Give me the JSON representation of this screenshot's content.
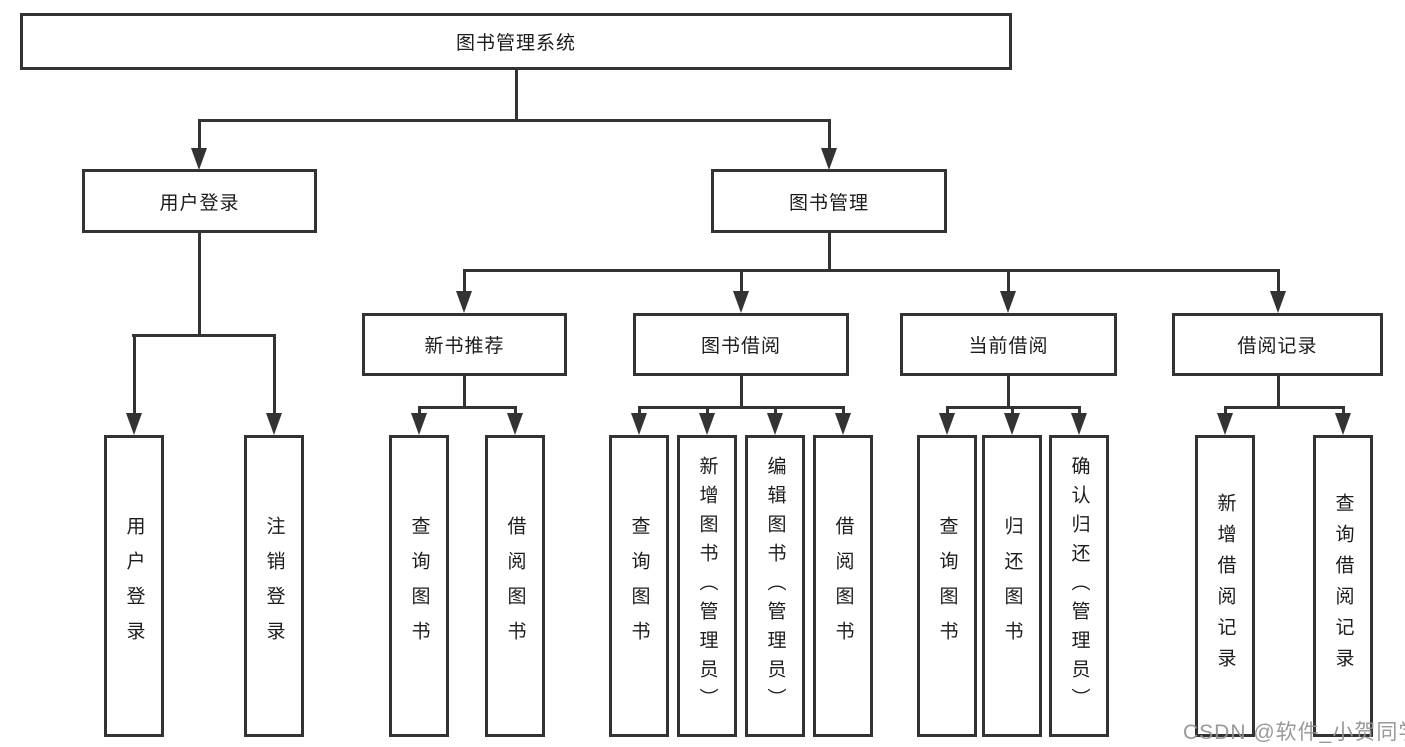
{
  "diagram": {
    "type": "hierarchy-tree",
    "root": {
      "label": "图书管理系统"
    },
    "branches": [
      {
        "label": "用户登录",
        "children": [
          {
            "label": "用户登录"
          },
          {
            "label": "注销登录"
          }
        ]
      },
      {
        "label": "图书管理",
        "children": [
          {
            "label": "新书推荐",
            "children": [
              {
                "label": "查询图书"
              },
              {
                "label": "借阅图书"
              }
            ]
          },
          {
            "label": "图书借阅",
            "children": [
              {
                "label": "查询图书"
              },
              {
                "label": "新增图书（管理员）"
              },
              {
                "label": "编辑图书（管理员）"
              },
              {
                "label": "借阅图书"
              }
            ]
          },
          {
            "label": "当前借阅",
            "children": [
              {
                "label": "查询图书"
              },
              {
                "label": "归还图书"
              },
              {
                "label": "确认归还（管理员）"
              }
            ]
          },
          {
            "label": "借阅记录",
            "children": [
              {
                "label": "新增借阅记录"
              },
              {
                "label": "查询借阅记录"
              }
            ]
          }
        ]
      }
    ]
  },
  "colors": {
    "line": "#333333",
    "text": "#1c1c1c",
    "background": "#ffffff",
    "watermark": "#949494"
  },
  "watermark": {
    "text": "CSDN @软件_小贺同学"
  }
}
